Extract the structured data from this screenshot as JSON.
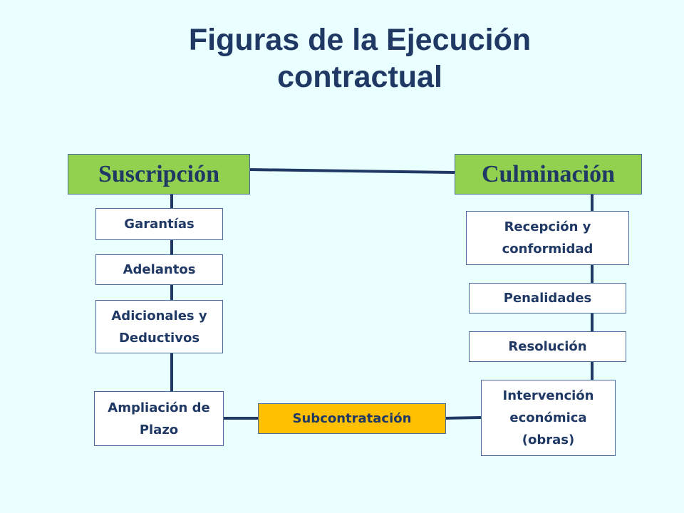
{
  "title": {
    "line1": "Figuras de la Ejecución",
    "line2": "contractual"
  },
  "colors": {
    "background": "#eaffff",
    "title": "#1f3864",
    "header_fill": "#92d050",
    "highlight_fill": "#ffc000",
    "box_fill": "#ffffff",
    "connector": "#1f3864"
  },
  "headers": {
    "left": "Suscripción",
    "right": "Culminación"
  },
  "left_column": {
    "garantias": "Garantías",
    "adelantos": "Adelantos",
    "adicionales": "Adicionales y Deductivos",
    "ampliacion": "Ampliación de Plazo"
  },
  "right_column": {
    "recepcion": "Recepción y conformidad",
    "penalidades": "Penalidades",
    "resolucion": "Resolución",
    "intervencion": "Intervención económica (obras)"
  },
  "bottom": {
    "subcontratacion": "Subcontratación"
  }
}
